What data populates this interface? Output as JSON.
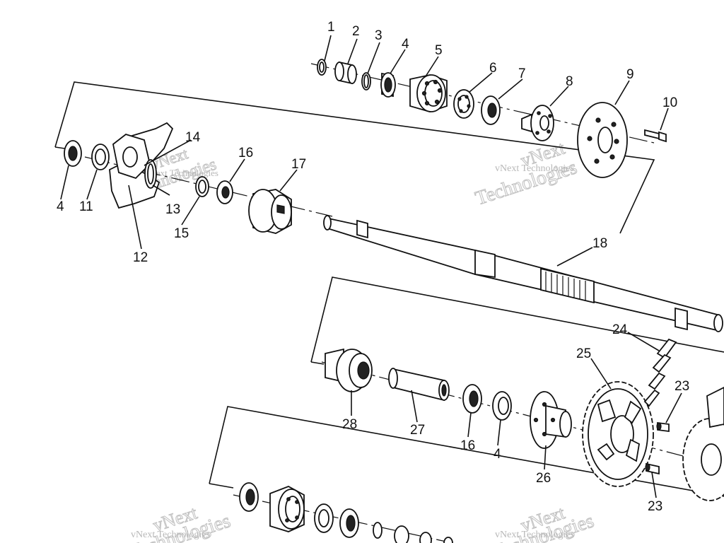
{
  "watermarks": [
    {
      "line1": "vNext",
      "line2": "Technologies",
      "label": "vNext Technologies"
    },
    {
      "line1": "vNext",
      "line2": "Technologies",
      "label": "vNext Technologies"
    },
    {
      "line1": "vNext",
      "line2": "Technologies",
      "label": "vNext Technologies"
    },
    {
      "line1": "vNext",
      "line2": "Technologies",
      "label": "vNext Technologies"
    }
  ],
  "callouts": [
    {
      "text": "1",
      "part": "snap-ring"
    },
    {
      "text": "2",
      "part": "spacer"
    },
    {
      "text": "3",
      "part": "o-ring"
    },
    {
      "text": "4",
      "part": "seal"
    },
    {
      "text": "5",
      "part": "bearing-carrier"
    },
    {
      "text": "6",
      "part": "bearing"
    },
    {
      "text": "7",
      "part": "seal"
    },
    {
      "text": "8",
      "part": "hub"
    },
    {
      "text": "9",
      "part": "brake-disc"
    },
    {
      "text": "10",
      "part": "bolt"
    },
    {
      "text": "4",
      "part": "seal"
    },
    {
      "text": "11",
      "part": "bearing"
    },
    {
      "text": "12",
      "part": "caliper-bracket"
    },
    {
      "text": "13",
      "part": "clip"
    },
    {
      "text": "14",
      "part": "caliper"
    },
    {
      "text": "15",
      "part": "ring"
    },
    {
      "text": "16",
      "part": "bearing"
    },
    {
      "text": "17",
      "part": "bearing-carrier"
    },
    {
      "text": "18",
      "part": "axle-shaft"
    },
    {
      "text": "24",
      "part": "drive-chain"
    },
    {
      "text": "25",
      "part": "sprocket"
    },
    {
      "text": "23",
      "part": "spacer"
    },
    {
      "text": "28",
      "part": "bearing-carrier"
    },
    {
      "text": "27",
      "part": "spacer-tube"
    },
    {
      "text": "16",
      "part": "bearing"
    },
    {
      "text": "4",
      "part": "seal"
    },
    {
      "text": "26",
      "part": "sprocket-hub"
    },
    {
      "text": "23",
      "part": "spacer"
    }
  ]
}
